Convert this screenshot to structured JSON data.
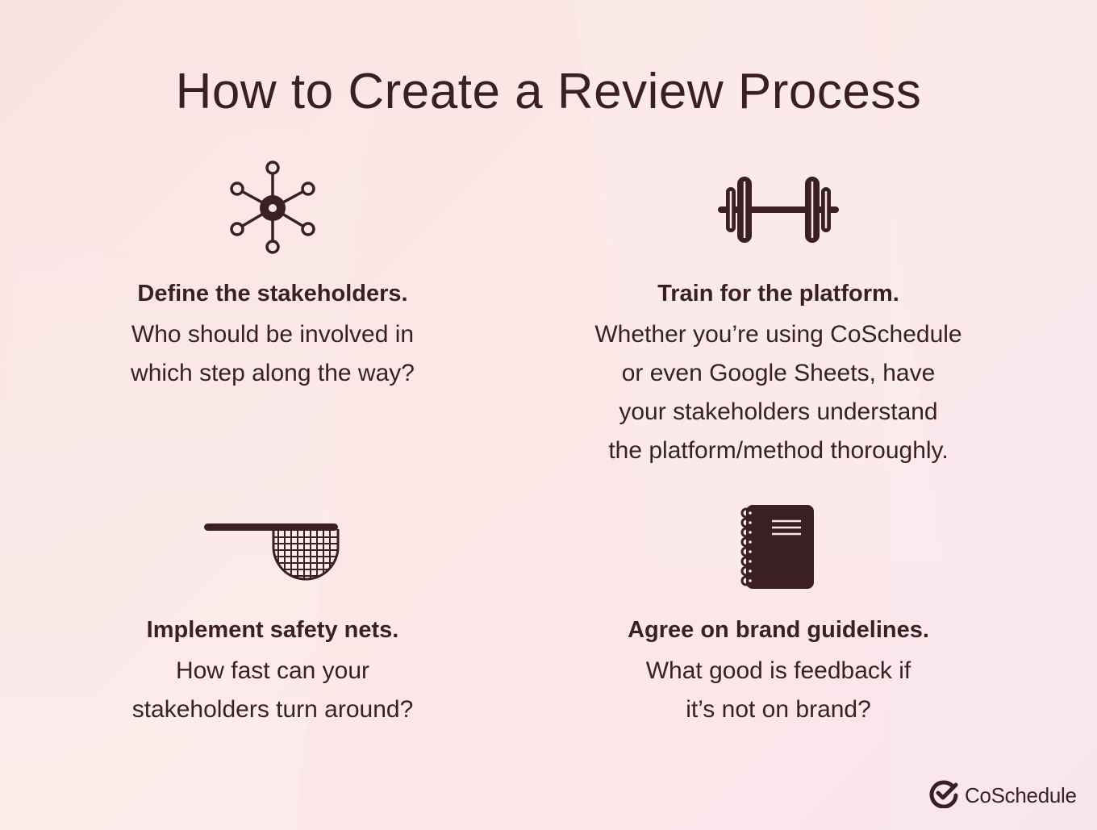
{
  "title": "How to Create a Review Process",
  "colors": {
    "ink": "#3b1f24",
    "background": "#fbe6e6"
  },
  "items": [
    {
      "icon": "network-icon",
      "heading": "Define the stakeholders.",
      "body": [
        "Who should be involved in",
        "which step along the way?"
      ]
    },
    {
      "icon": "dumbbell-icon",
      "heading": "Train for the platform.",
      "body": [
        "Whether you’re using CoSchedule",
        "or even Google Sheets, have",
        "your stakeholders understand",
        "the platform/method thoroughly."
      ]
    },
    {
      "icon": "safety-net-icon",
      "heading": "Implement safety nets.",
      "body": [
        "How fast can your",
        "stakeholders turn around?"
      ]
    },
    {
      "icon": "notebook-icon",
      "heading": "Agree on brand guidelines.",
      "body": [
        "What good is feedback if",
        "it’s not on brand?"
      ]
    }
  ],
  "brand": {
    "name": "CoSchedule",
    "icon": "coschedule-check-icon"
  }
}
